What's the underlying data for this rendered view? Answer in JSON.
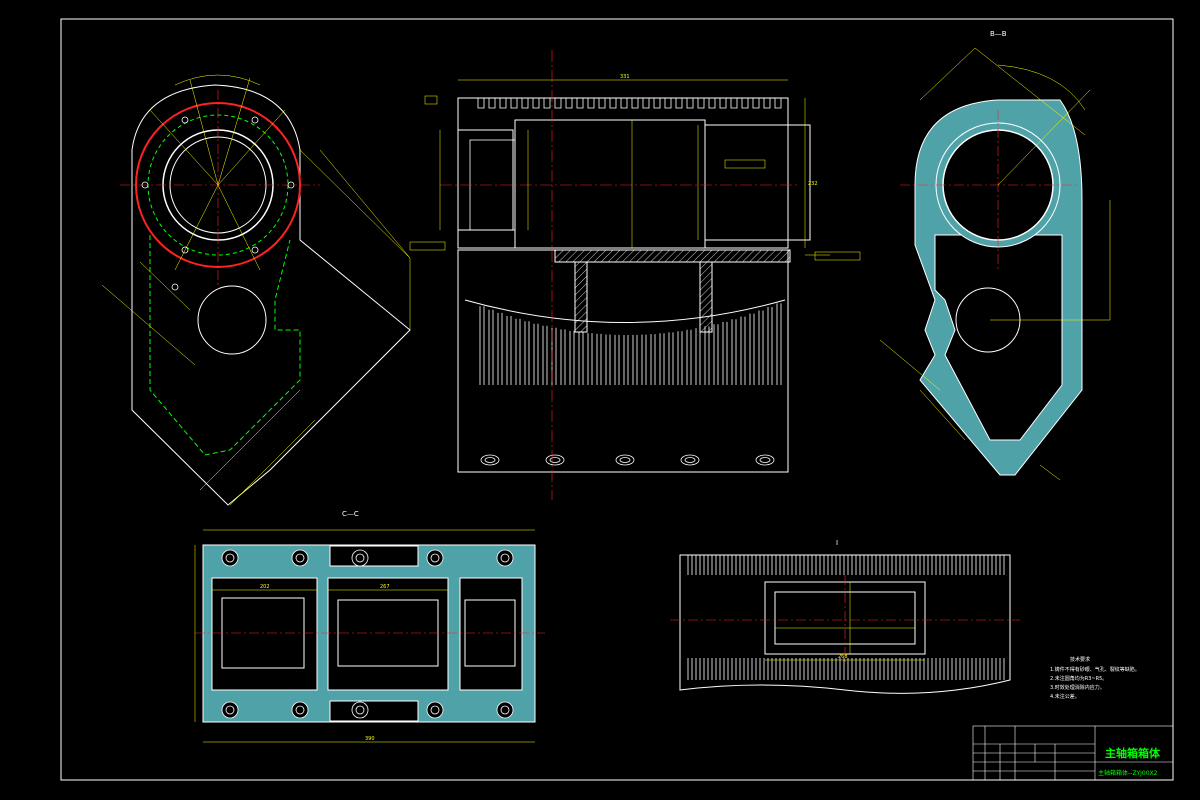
{
  "colors": {
    "background": "#000000",
    "outline": "#ffffff",
    "center_line": "#ff0000",
    "dimension": "#ffff00",
    "hidden": "#00ff00",
    "section_fill": "#4fa3a8",
    "title_text": "#00ff00"
  },
  "views": {
    "section_b_label": "B—B",
    "section_c_label": "C—C",
    "detail_label": "Ⅰ",
    "front_dim_top": "331",
    "front_dim_height": "232",
    "c_dim_bottom": "390",
    "c_dim_left": "202",
    "c_dim_mid": "267",
    "detail_dim": "268"
  },
  "notes": {
    "title": "技术要求",
    "lines": [
      "1.铸件不得有砂眼、气孔、裂纹等缺陷。",
      "2.未注圆角均为R3~R5。",
      "3.时效处理消除内应力。",
      "4.未注公差。"
    ]
  },
  "title_block": {
    "part_name": "主轴箱箱体",
    "drawing_number": "主轴箱箱体--ZYJ00X2"
  }
}
